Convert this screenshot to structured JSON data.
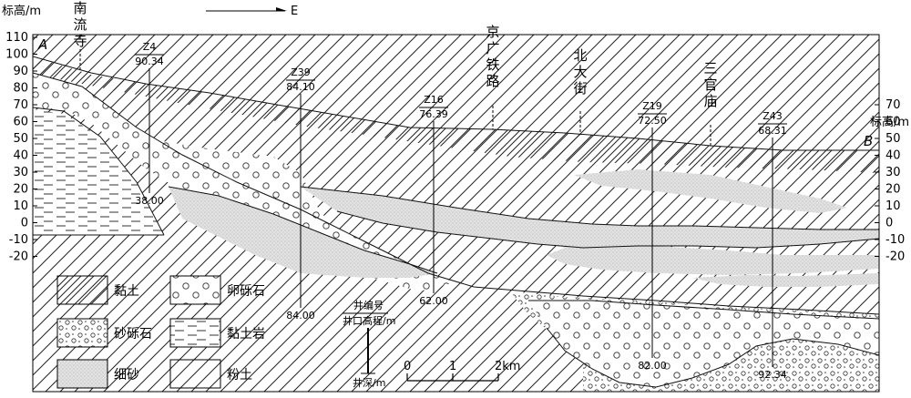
{
  "axes": {
    "left_title": "标高/m",
    "right_title": "标高/m",
    "left_ticks": [
      "110",
      "100",
      "90",
      "80",
      "70",
      "60",
      "50",
      "40",
      "30",
      "20",
      "10",
      "0",
      "-10",
      "-20"
    ],
    "right_ticks": [
      "70",
      "60",
      "50",
      "40",
      "30",
      "20",
      "10",
      "0",
      "-10",
      "-20"
    ]
  },
  "orientation": {
    "arrow_label": "E"
  },
  "section": {
    "start_label": "A",
    "end_label": "B"
  },
  "places": [
    {
      "chars": [
        "南",
        "流",
        "寺"
      ]
    },
    {
      "chars": [
        "京",
        "广",
        "铁",
        "路"
      ]
    },
    {
      "chars": [
        "北",
        "大",
        "街"
      ]
    },
    {
      "chars": [
        "三",
        "官",
        "庙"
      ]
    }
  ],
  "wells": [
    {
      "id": "Z4",
      "elev": "90.34",
      "depth": "38.00"
    },
    {
      "id": "Z39",
      "elev": "84.10",
      "depth": "84.00"
    },
    {
      "id": "Z16",
      "elev": "76.39",
      "depth": "62.00"
    },
    {
      "id": "Z19",
      "elev": "72.50",
      "depth": "82.00"
    },
    {
      "id": "Z43",
      "elev": "68.31",
      "depth": "92.34"
    }
  ],
  "legend": {
    "items": [
      {
        "pattern": "clay",
        "label": "黏土"
      },
      {
        "pattern": "pebble",
        "label": "卵砾石"
      },
      {
        "pattern": "sandgravel",
        "label": "砂砾石"
      },
      {
        "pattern": "claystone",
        "label": "黏土岩"
      },
      {
        "pattern": "finesand",
        "label": "细砂"
      },
      {
        "pattern": "silt",
        "label": "粉土"
      }
    ],
    "key": {
      "line1": "井编号",
      "line2": "井口高程/m",
      "bottom": "井深/m"
    }
  },
  "scale_bar": {
    "labels": [
      "0",
      "1",
      "2km"
    ]
  }
}
